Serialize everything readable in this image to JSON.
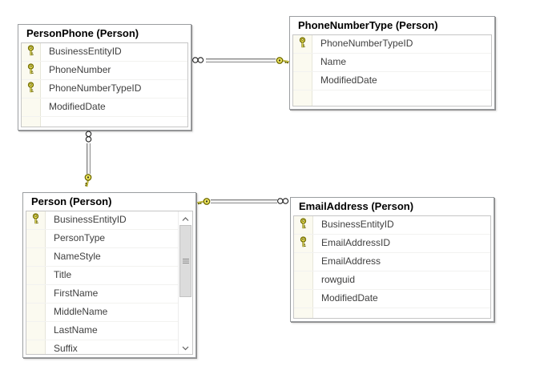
{
  "tables": {
    "person_phone": {
      "title": "PersonPhone (Person)",
      "columns": [
        {
          "name": "BusinessEntityID",
          "key": true
        },
        {
          "name": "PhoneNumber",
          "key": true
        },
        {
          "name": "PhoneNumberTypeID",
          "key": true
        },
        {
          "name": "ModifiedDate",
          "key": false
        }
      ]
    },
    "phone_number_type": {
      "title": "PhoneNumberType (Person)",
      "columns": [
        {
          "name": "PhoneNumberTypeID",
          "key": true
        },
        {
          "name": "Name",
          "key": false
        },
        {
          "name": "ModifiedDate",
          "key": false
        }
      ]
    },
    "person": {
      "title": "Person (Person)",
      "columns": [
        {
          "name": "BusinessEntityID",
          "key": true
        },
        {
          "name": "PersonType",
          "key": false
        },
        {
          "name": "NameStyle",
          "key": false
        },
        {
          "name": "Title",
          "key": false
        },
        {
          "name": "FirstName",
          "key": false
        },
        {
          "name": "MiddleName",
          "key": false
        },
        {
          "name": "LastName",
          "key": false
        },
        {
          "name": "Suffix",
          "key": false
        }
      ],
      "scrollbar": {
        "orientation": "vertical",
        "thumb_position": "upper"
      }
    },
    "email_address": {
      "title": "EmailAddress (Person)",
      "columns": [
        {
          "name": "BusinessEntityID",
          "key": true
        },
        {
          "name": "EmailAddressID",
          "key": true
        },
        {
          "name": "EmailAddress",
          "key": false
        },
        {
          "name": "rowguid",
          "key": false
        },
        {
          "name": "ModifiedDate",
          "key": false
        }
      ]
    }
  },
  "relationships": [
    {
      "many_end": "PersonPhone (Person)",
      "one_end": "PhoneNumberType (Person)",
      "orientation": "horizontal"
    },
    {
      "many_end": "PersonPhone (Person)",
      "one_end": "Person (Person)",
      "orientation": "vertical"
    },
    {
      "many_end": "EmailAddress (Person)",
      "one_end": "Person (Person)",
      "orientation": "horizontal"
    }
  ],
  "icons": {
    "primary_key": "key-icon",
    "one_side": "key-icon",
    "many_side": "infinity-icon"
  },
  "colors": {
    "key_yellow": "#f3ea5f",
    "key_outline": "#6f6a00",
    "table_border": "#9a9da0",
    "grid_border": "#c6c6c6",
    "row_separator": "#f2f2f0",
    "keycell_bg": "#fbfaf0",
    "row_text": "#3f3f3f",
    "canvas_bg": "#ffffff"
  }
}
